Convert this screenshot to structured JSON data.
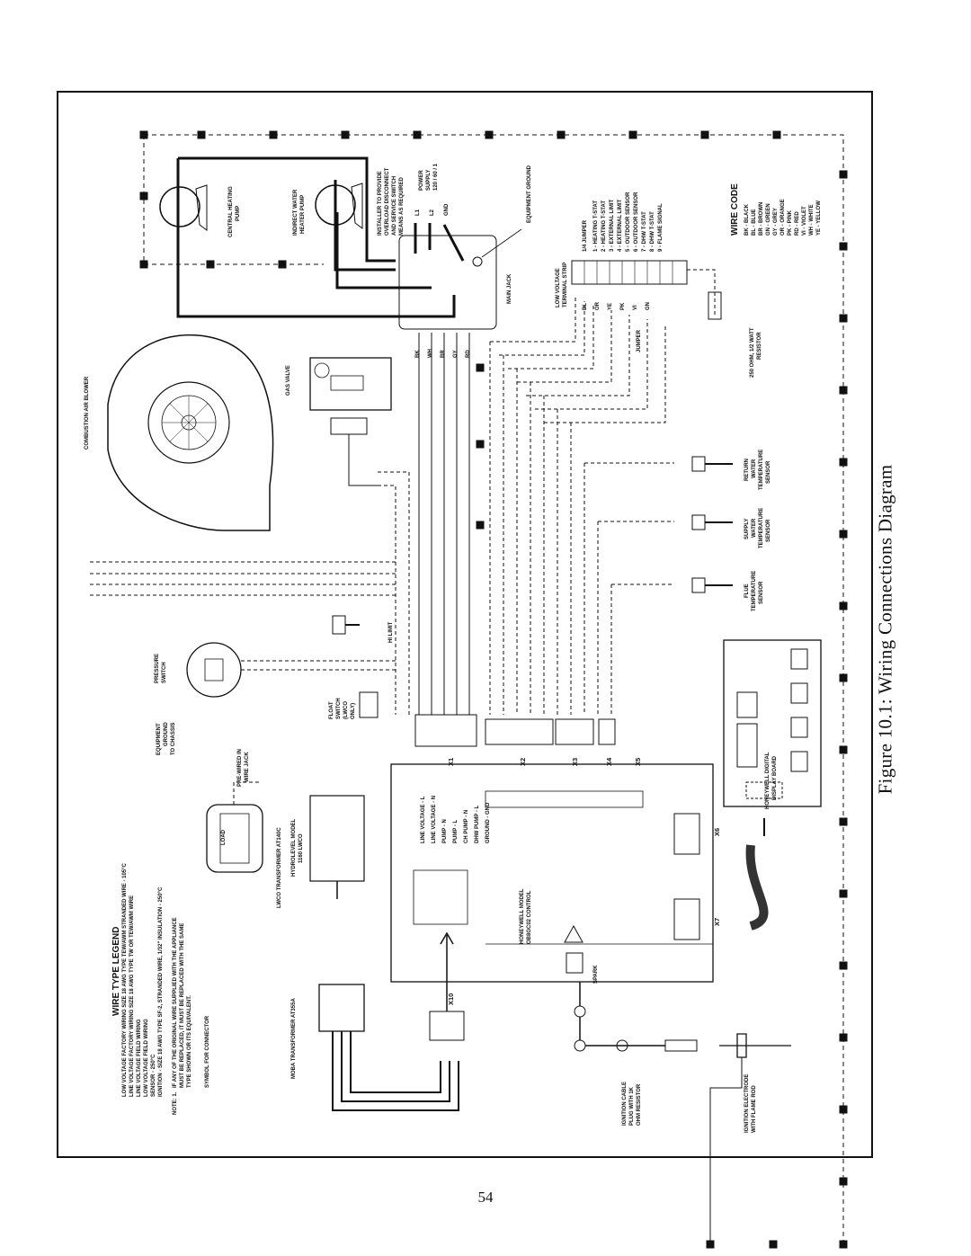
{
  "caption": "Figure 10.1:  Wiring Connections Diagram",
  "page_number": "54",
  "legend": {
    "title": "WIRE TYPE LEGEND",
    "items": [
      "LOW VOLTAGE FACTORY WIRING SIZE 18 AWG TYPE TEW/AWM STRANDED WIRE - 105°C",
      "LINE VOLTAGE FACTORY WIRING SIZE 18 AWG TYPE TW OR TEW/AWM WIRE",
      "LINE VOLTAGE FIELD WIRING",
      "LOW VOLTAGE FIELD WIRING",
      "SENSOR - 250°C",
      "IGNITION - SIZE 18 AWG TYPE SF-2, STRANDED WIRE, 1/32\" INSULATION - 250°C"
    ],
    "note_label": "NOTE: 1.",
    "note": [
      "IF ANY OF THE ORIGINAL WIRE SUPPLIED WITH THE APPLIANCE",
      "MUST BE REPLACED, IT MUST BE REPLACED WITH THE SAME",
      "TYPE SHOWN OR ITS EQUIVALENT."
    ],
    "connector_symbol": "SYMBOL FOR CONNECTOR"
  },
  "wire_code": {
    "title": "WIRE CODE",
    "items": [
      "BK - BLACK",
      "BL - BLUE",
      "BR - BROWN",
      "GN - GREEN",
      "GY - GREY",
      "OR - ORANGE",
      "PK - PINK",
      "RD - RED",
      "VI - VIOLET",
      "WH - WHITE",
      "YE - YELLOW"
    ]
  },
  "terminal_strip": {
    "title": [
      "LOW VOLTAGE",
      "TERMINAL STRIP"
    ],
    "jumper_note": "1/4 JUMPER",
    "items": [
      "1 - HEATING T-STAT",
      "2 - HEATING T-STAT",
      "3 - EXTERNAL LIMIT",
      "4 - EXTERNAL LIMIT",
      "5 - OUTDOOR SENSOR",
      "6 - OUTDOOR SENSOR",
      "7 - DHW T-STAT",
      "8 - DHW T-STAT",
      "9 - FLAME SIGNAL"
    ],
    "jumper_label": "JUMPER"
  },
  "components": {
    "central_heating_pump": [
      "CENTRAL HEATING",
      "PUMP"
    ],
    "indirect_water_heater_pump": [
      "INDIRECT WATER",
      "HEATER PUMP"
    ],
    "installer_note": [
      "INSTALLER TO PROVIDE",
      "OVERLOAD DISCONNECT",
      "AND SERVICE SWITCH",
      "MEANS AS REQUIRED"
    ],
    "power_supply": [
      "POWER",
      "SUPPLY",
      "120 / 60 / 1"
    ],
    "power_terminals": [
      "L1",
      "L2",
      "GND"
    ],
    "equipment_ground": "EQUIPMENT GROUND",
    "main_jack": "MAIN JACK",
    "combustion_air_blower": "COMBUSTION AIR BLOWER",
    "gas_valve": "GAS VALVE",
    "return_sensor": [
      "RETURN",
      "WATER",
      "TEMPERATURE",
      "SENSOR"
    ],
    "supply_sensor": [
      "SUPPLY",
      "WATER",
      "TEMPERATURE",
      "SENSOR"
    ],
    "flue_sensor": [
      "FLUE",
      "TEMPERATURE",
      "SENSOR"
    ],
    "hi_limit": "HI LIMIT",
    "pressure_switch": [
      "PRESSURE",
      "SWITCH"
    ],
    "equipment_ground_chassis": [
      "EQUIPMENT",
      "GROUND",
      "TO CHASSIS"
    ],
    "float_switch": [
      "FLOAT",
      "SWITCH",
      "(LWCO",
      "ONLY)"
    ],
    "pre_wired": [
      "PRE-WIRED IN",
      "WIRE JACK"
    ],
    "lwco_transformer": [
      "HYDROLEVEL MODEL",
      "1160 LWCO"
    ],
    "lwco_transformer_label": "LWCO TRANSFORMER AT140C",
    "control": [
      "HONEYWELL MODEL",
      "OB8GC02 CONTROL"
    ],
    "display": [
      "HONEYWELL DIGITAL",
      "DISPLAY BOARD"
    ],
    "transformer": "MOBA TRANSFORMER AT355A",
    "ignition_cable": [
      "IGNITION CABLE",
      "PLUG WITH 1K",
      "OHM RESISTOR"
    ],
    "ignition_electrode": [
      "IGNITION ELECTRODE",
      "WITH FLAME ROD"
    ],
    "resistor": [
      "250 OHM, 1/2 WATT",
      "RESISTOR"
    ],
    "spark": "SPARK",
    "load_label": "LOAD",
    "control_terminals": [
      "LINE VOLTAGE - L",
      "LINE VOLTAGE - N",
      "PUMP - N",
      "PUMP - L",
      "CH PUMP - N",
      "DHW PUMP - L",
      "GROUND - GND"
    ],
    "connectors": [
      "X1",
      "X2",
      "X3",
      "X4",
      "X5",
      "X6",
      "X7",
      "X10"
    ],
    "wire_tags": [
      "BK",
      "WH",
      "BR",
      "GY",
      "RD",
      "BL",
      "OR",
      "YE",
      "PK",
      "VI",
      "GN"
    ]
  }
}
